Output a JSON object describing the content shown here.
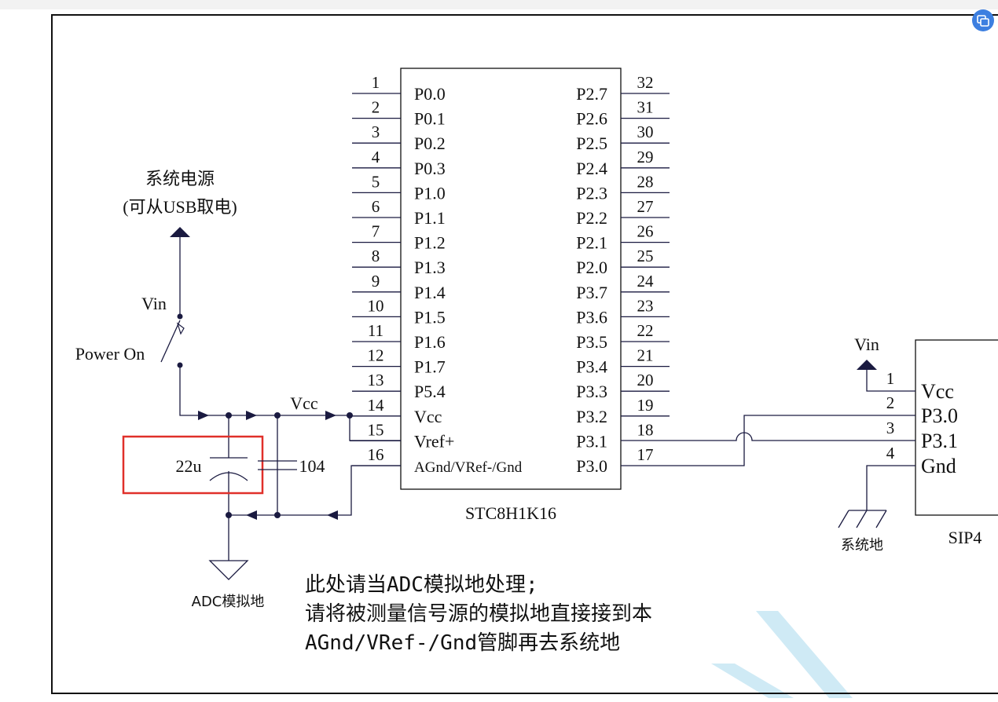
{
  "chip": {
    "name": "STC8H1K16",
    "left_pins": [
      {
        "num": "1",
        "label": "P0.0"
      },
      {
        "num": "2",
        "label": "P0.1"
      },
      {
        "num": "3",
        "label": "P0.2"
      },
      {
        "num": "4",
        "label": "P0.3"
      },
      {
        "num": "5",
        "label": "P1.0"
      },
      {
        "num": "6",
        "label": "P1.1"
      },
      {
        "num": "7",
        "label": "P1.2"
      },
      {
        "num": "8",
        "label": "P1.3"
      },
      {
        "num": "9",
        "label": "P1.4"
      },
      {
        "num": "10",
        "label": "P1.5"
      },
      {
        "num": "11",
        "label": "P1.6"
      },
      {
        "num": "12",
        "label": "P1.7"
      },
      {
        "num": "13",
        "label": "P5.4"
      },
      {
        "num": "14",
        "label": "Vcc"
      },
      {
        "num": "15",
        "label": "Vref+"
      },
      {
        "num": "16",
        "label": "AGnd/VRef-/Gnd"
      }
    ],
    "right_pins": [
      {
        "num": "32",
        "label": "P2.7"
      },
      {
        "num": "31",
        "label": "P2.6"
      },
      {
        "num": "30",
        "label": "P2.5"
      },
      {
        "num": "29",
        "label": "P2.4"
      },
      {
        "num": "28",
        "label": "P2.3"
      },
      {
        "num": "27",
        "label": "P2.2"
      },
      {
        "num": "26",
        "label": "P2.1"
      },
      {
        "num": "25",
        "label": "P2.0"
      },
      {
        "num": "24",
        "label": "P3.7"
      },
      {
        "num": "23",
        "label": "P3.6"
      },
      {
        "num": "22",
        "label": "P3.5"
      },
      {
        "num": "21",
        "label": "P3.4"
      },
      {
        "num": "20",
        "label": "P3.3"
      },
      {
        "num": "19",
        "label": "P3.2"
      },
      {
        "num": "18",
        "label": "P3.1"
      },
      {
        "num": "17",
        "label": "P3.0"
      }
    ]
  },
  "power": {
    "title": "系统电源",
    "subtitle": "(可从USB取电)",
    "vin_label": "Vin",
    "switch_label": "Power On",
    "vcc_label": "Vcc"
  },
  "caps": {
    "c1_label": "22u",
    "c2_label": "104",
    "ground_label": "ADC模拟地"
  },
  "sip4": {
    "name": "SIP4",
    "vin_label": "Vin",
    "ground_label": "系统地",
    "pins": [
      {
        "num": "1",
        "label": "Vcc"
      },
      {
        "num": "2",
        "label": "P3.0"
      },
      {
        "num": "3",
        "label": "P3.1"
      },
      {
        "num": "4",
        "label": "Gnd"
      }
    ]
  },
  "note": {
    "line1": "此处请当ADC模拟地处理;",
    "line2": "请将被测量信号源的模拟地直接接到本",
    "line3": "AGnd/VRef-/Gnd管脚再去系统地"
  },
  "colors": {
    "wire": "#1a1a40",
    "highlight_box": "#e0302a",
    "badge": "#3d7fe0",
    "watermark": "#cfeaf5"
  },
  "icons": [
    "copy-image-icon"
  ]
}
